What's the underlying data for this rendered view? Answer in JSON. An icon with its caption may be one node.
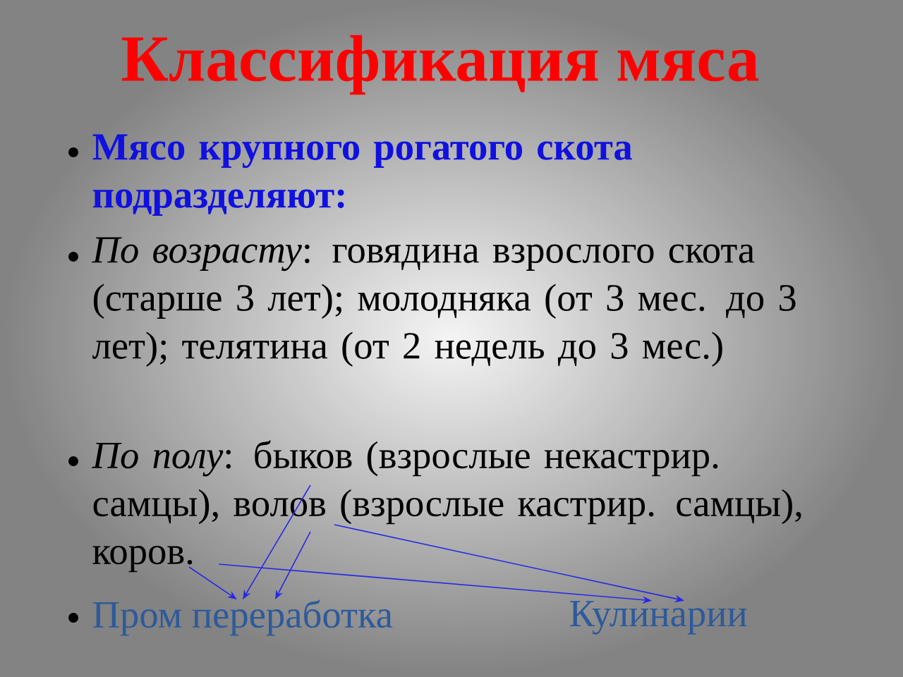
{
  "diagram": {
    "title": "Классификация мяса",
    "nodes": [
      {
        "text": [
          "*По полу*: быков (взрослые некастрир. самцы), волов (взрослые кастрир. самцы), коров."
        ]
      },
      {
        "text": [
          "Пром переработка"
        ]
      },
      {
        "text": [
          "Кулинарии"
        ]
      }
    ],
    "edges": [
      {
        "from": 0,
        "to": 1,
        "arrow": "to"
      },
      {
        "from": 0,
        "to": 2,
        "arrow": "to"
      },
      {
        "from": 0,
        "to": 1,
        "arrow": "to"
      },
      {
        "from": 0,
        "to": 1,
        "arrow": "to"
      },
      {
        "from": 0,
        "to": 2,
        "arrow": "to"
      }
    ],
    "labels": [
      "**Мясо крупного рогатого скота подразделяют**:",
      "*По возрасту*: говядина взрослого скота (старше 3 лет); молодняка (от 3 мес. до 3 лет); телятина (от 2 недель до 3 мес.)"
    ]
  }
}
